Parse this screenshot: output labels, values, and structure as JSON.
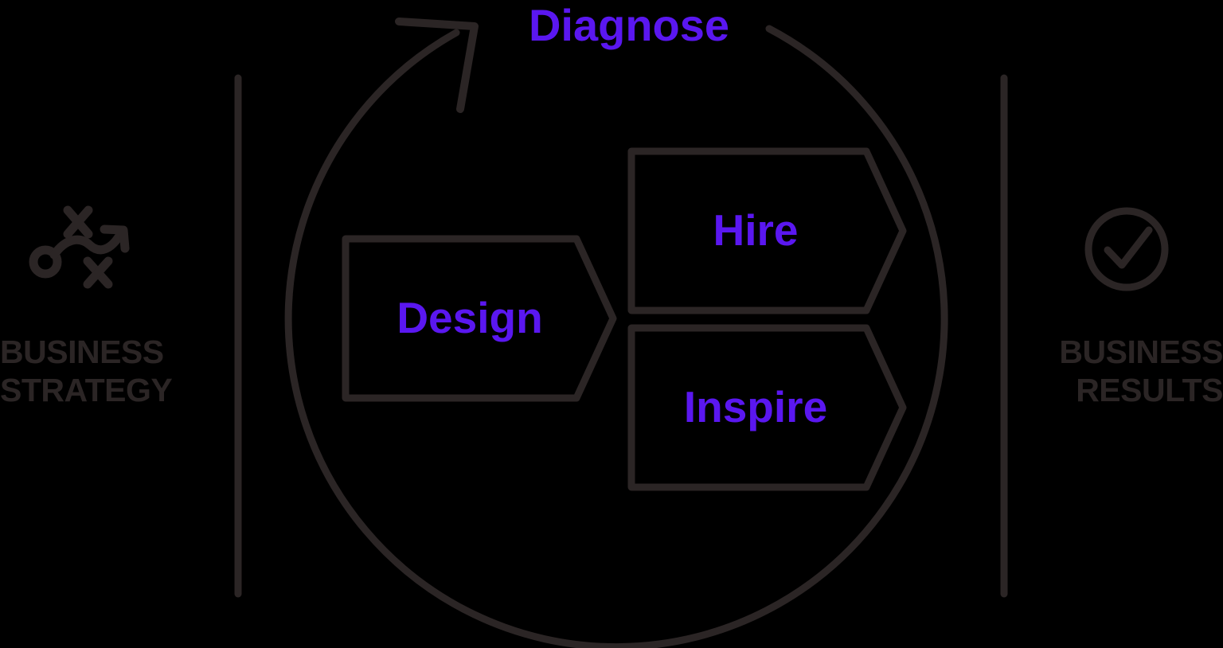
{
  "diagram": {
    "title_cycle_label": "Diagnose",
    "colors": {
      "background": "#000000",
      "stroke": "#2B2525",
      "accent_purple": "#5A17F0",
      "label_text": "#2B2525"
    },
    "left_pillar": {
      "label": "BUSINESS\nSTRATEGY",
      "icon": "strategy-arrow-icon"
    },
    "right_pillar": {
      "label": "BUSINESS\nRESULTS",
      "icon": "check-circle-icon"
    },
    "cycle": {
      "arrow_direction": "clockwise",
      "top_label": "Diagnose"
    },
    "stages": [
      {
        "id": "design",
        "label": "Design"
      },
      {
        "id": "hire",
        "label": "Hire"
      },
      {
        "id": "inspire",
        "label": "Inspire"
      }
    ]
  }
}
